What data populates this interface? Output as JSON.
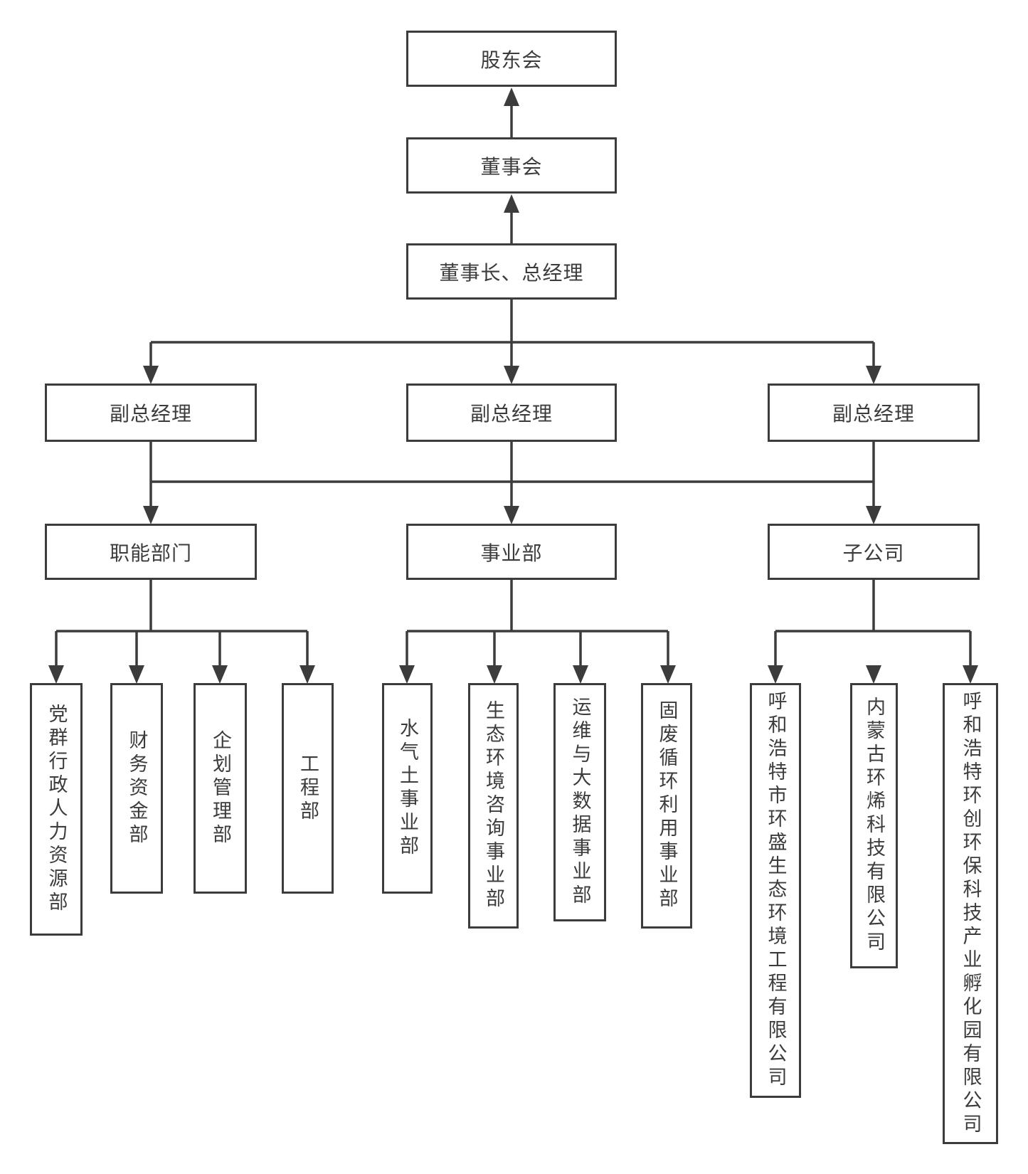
{
  "colors": {
    "line": "#3c3c3c",
    "text": "#3c3c3c",
    "background": "#ffffff"
  },
  "org_chart": {
    "shareholders": "股东会",
    "board": "董事会",
    "chairman_gm": "董事长、总经理",
    "deputy_gms": [
      "副总经理",
      "副总经理",
      "副总经理"
    ],
    "groups": [
      {
        "label": "职能部门",
        "children": [
          "党群行政人力资源部",
          "财务资金部",
          "企划管理部",
          "工程部"
        ]
      },
      {
        "label": "事业部",
        "children": [
          "水气土事业部",
          "生态环境咨询事业部",
          "运维与大数据事业部",
          "固废循环利用事业部"
        ]
      },
      {
        "label": "子公司",
        "children": [
          "呼和浩特市环盛生态环境工程有限公司",
          "内蒙古环烯科技有限公司",
          "呼和浩特环创环保科技产业孵化园有限公司"
        ]
      }
    ]
  }
}
